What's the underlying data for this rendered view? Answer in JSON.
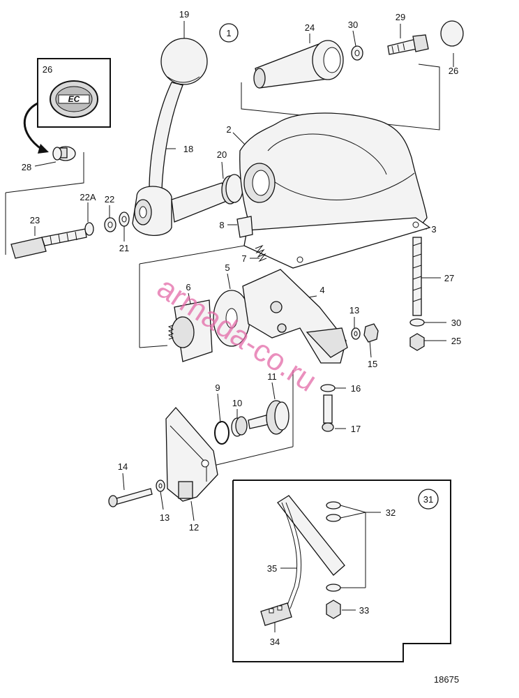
{
  "watermark": "armada-co.ru",
  "drawing_number": "18675",
  "circled": {
    "view_1": "1",
    "view_31": "31"
  },
  "inset_26_text": "EC",
  "colors": {
    "line": "#111111",
    "watermark": "#e46aa8",
    "fill": "#f3f3f3"
  },
  "labels": {
    "l19": "19",
    "l24": "24",
    "l30a": "30",
    "l29": "29",
    "l26a": "26",
    "l26b": "26",
    "l2": "2",
    "l18": "18",
    "l20": "20",
    "l28": "28",
    "l22A": "22A",
    "l22": "22",
    "l23": "23",
    "l21": "21",
    "l8": "8",
    "l3": "3",
    "l7": "7",
    "l5": "5",
    "l27": "27",
    "l6": "6",
    "l4": "4",
    "l13a": "13",
    "l30b": "30",
    "l25": "25",
    "l15": "15",
    "l16": "16",
    "l9": "9",
    "l11": "11",
    "l10": "10",
    "l17": "17",
    "l14": "14",
    "l13b": "13",
    "l12": "12",
    "l32": "32",
    "l35": "35",
    "l33": "33",
    "l34": "34"
  }
}
